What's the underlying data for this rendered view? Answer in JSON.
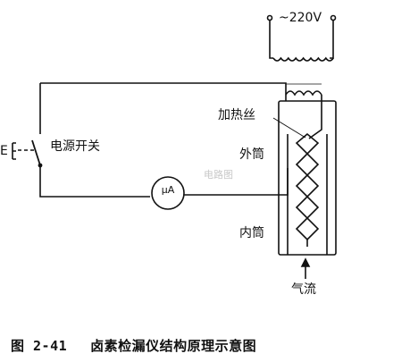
{
  "labels": {
    "voltage": "~220V",
    "heater": "加热丝",
    "power_switch": "电源开关",
    "outer_tube": "外筒",
    "inner_tube": "内筒",
    "airflow": "气流",
    "meter": "μA",
    "source": "E"
  },
  "caption": {
    "number": "图 2-41",
    "title": "卤素检漏仪结构原理示意图"
  },
  "watermark": "电路图"
}
